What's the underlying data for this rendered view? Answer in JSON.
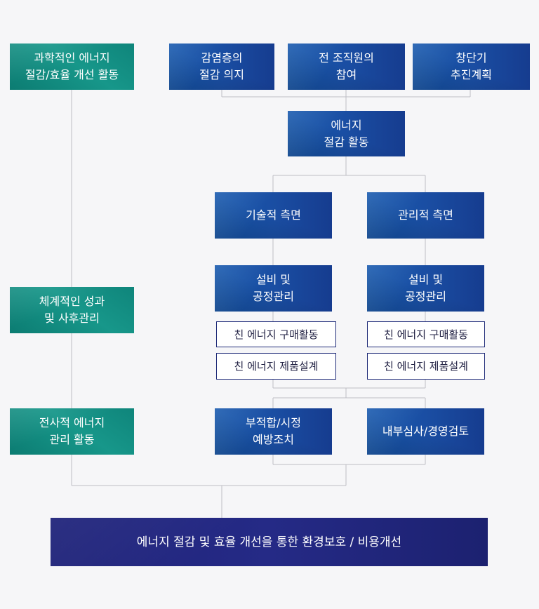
{
  "left_column": {
    "scientific": "과학적인 에너지\n절감/효율 개선 활동",
    "systematic": "체계적인 성과\n및 사후관리",
    "companywide": "전사적 에너지\n관리 활동"
  },
  "top_row": {
    "management_will": "감염층의\n절감 의지",
    "staff_participation": "전 조직원의\n참여",
    "plan": "창단기\n추진계획"
  },
  "center": {
    "energy_activity": "에너지\n절감 활동",
    "technical": "기술적 측면",
    "managerial": "관리적 측면",
    "facility_left": "설비 및\n공정관리",
    "facility_right": "설비 및\n공정관리",
    "purchase_left": "친 에너지 구매활동",
    "design_left": "친 에너지 제품설계",
    "purchase_right": "친 에너지 구매활동",
    "design_right": "친 에너지 제품설계",
    "nonconformity": "부적합/시정\n예방조치",
    "audit": "내부심사/경영검토"
  },
  "result": {
    "label": "에너지 절감 및 효율 개선을 통한 환경보호 / 비용개선"
  },
  "colors": {
    "teal": "#138a80",
    "blue": "#1a4ea3",
    "navy": "#22277f",
    "connector": "#bdbdc4"
  }
}
